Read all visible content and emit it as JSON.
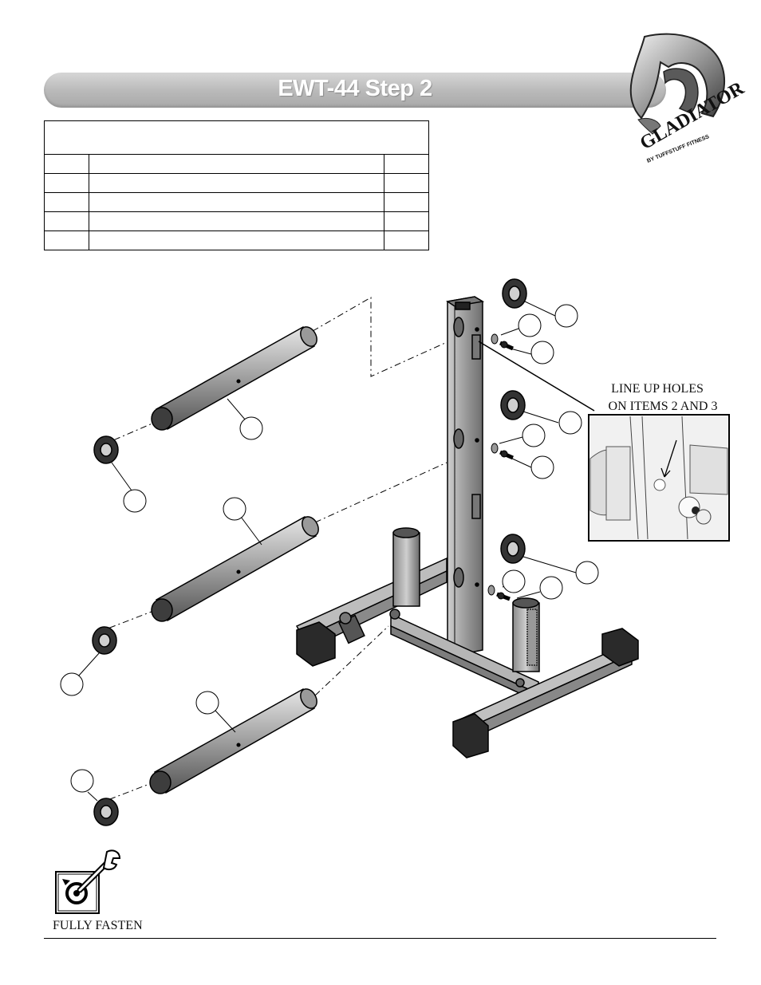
{
  "header": {
    "title": "EWT-44 Step 2",
    "brand": {
      "name": "GLADIATOR",
      "tagline": "BY TUFFSTUFF FITNESS"
    }
  },
  "parts_table": {
    "caption": "",
    "rows": [
      [
        "",
        "",
        ""
      ],
      [
        "",
        "",
        ""
      ],
      [
        "",
        "",
        ""
      ],
      [
        "",
        "",
        ""
      ],
      [
        "",
        "",
        ""
      ]
    ]
  },
  "detail": {
    "note_line1": "LINE UP HOLES",
    "note_line2": "ON ITEMS 2 AND 3"
  },
  "fasten": {
    "label": "FULLY FASTEN",
    "icon": "wrench-icon"
  }
}
